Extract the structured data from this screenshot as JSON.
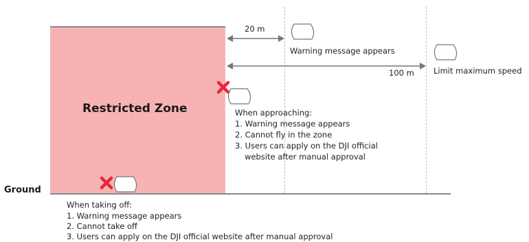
{
  "zone": {
    "title": "Restricted Zone",
    "fill": "#f7b3b3",
    "edge": "#888888"
  },
  "ground_label": "Ground",
  "distances": {
    "near": "20 m",
    "far": "100 m"
  },
  "warning_label": "Warning message appears",
  "speed_label": "Limit maximum speed",
  "approach": {
    "heading": "When approaching:",
    "lines": [
      "1. Warning message appears",
      "2. Cannot fly in the zone",
      "3. Users can apply on the DJI official",
      "website after manual approval"
    ]
  },
  "takeoff": {
    "heading": "When taking off:",
    "lines": [
      "1. Warning message appears",
      "2. Cannot take off",
      "3. Users can apply on the DJI official website after manual approval"
    ]
  },
  "colors": {
    "cross": "#e8283a",
    "line": "#777777",
    "dashed": "#bbbbbb"
  },
  "icons": [
    "drone-icon",
    "cross-icon"
  ]
}
